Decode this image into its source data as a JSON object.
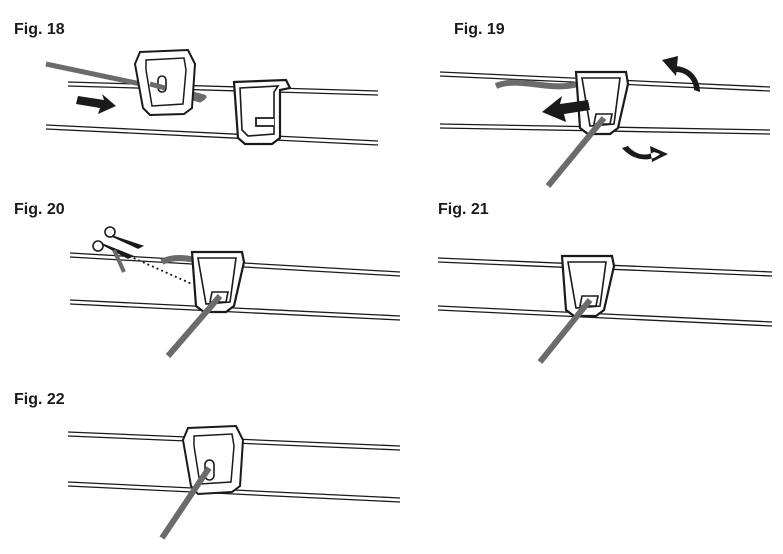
{
  "figures": [
    {
      "id": "fig18",
      "label": "Fig. 18"
    },
    {
      "id": "fig19",
      "label": "Fig. 19"
    },
    {
      "id": "fig20",
      "label": "Fig. 20"
    },
    {
      "id": "fig21",
      "label": "Fig. 21"
    },
    {
      "id": "fig22",
      "label": "Fig. 22"
    }
  ],
  "colors": {
    "line": "#1a1a1a",
    "cord": "#6b6b6b",
    "clip_fill": "#ffffff",
    "background": "#ffffff"
  },
  "icons": [
    "push-arrow-icon",
    "rotate-arrow-icon",
    "scissors-icon"
  ]
}
